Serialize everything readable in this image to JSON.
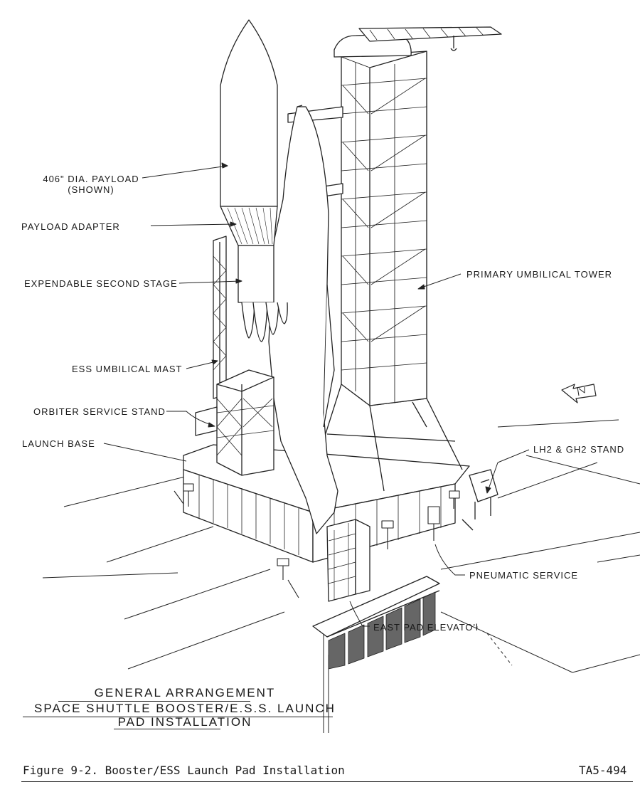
{
  "labels": {
    "payload_line1": "406\" DIA. PAYLOAD",
    "payload_line2": "(SHOWN)",
    "payload_adapter": "PAYLOAD ADAPTER",
    "second_stage": "EXPENDABLE SECOND STAGE",
    "ess_mast": "ESS UMBILICAL MAST",
    "orbiter_stand": "ORBITER SERVICE STAND",
    "launch_base": "LAUNCH BASE",
    "umbilical_tower": "PRIMARY UMBILICAL TOWER",
    "lh2_stand": "LH2 & GH2 STAND",
    "pneumatic": "PNEUMATIC SERVICE",
    "elevator": "EAST PAD ELEVATO'ł"
  },
  "title": {
    "line1": "GENERAL ARRANGEMENT",
    "line2": "SPACE SHUTTLE BOOSTER/E.S.S. LAUNCH",
    "line3": "PAD INSTALLATION"
  },
  "caption": {
    "text": "Figure 9-2.  Booster/ESS Launch Pad Installation",
    "code": "TA5-494"
  },
  "icons": [
    "north-arrow-icon"
  ]
}
